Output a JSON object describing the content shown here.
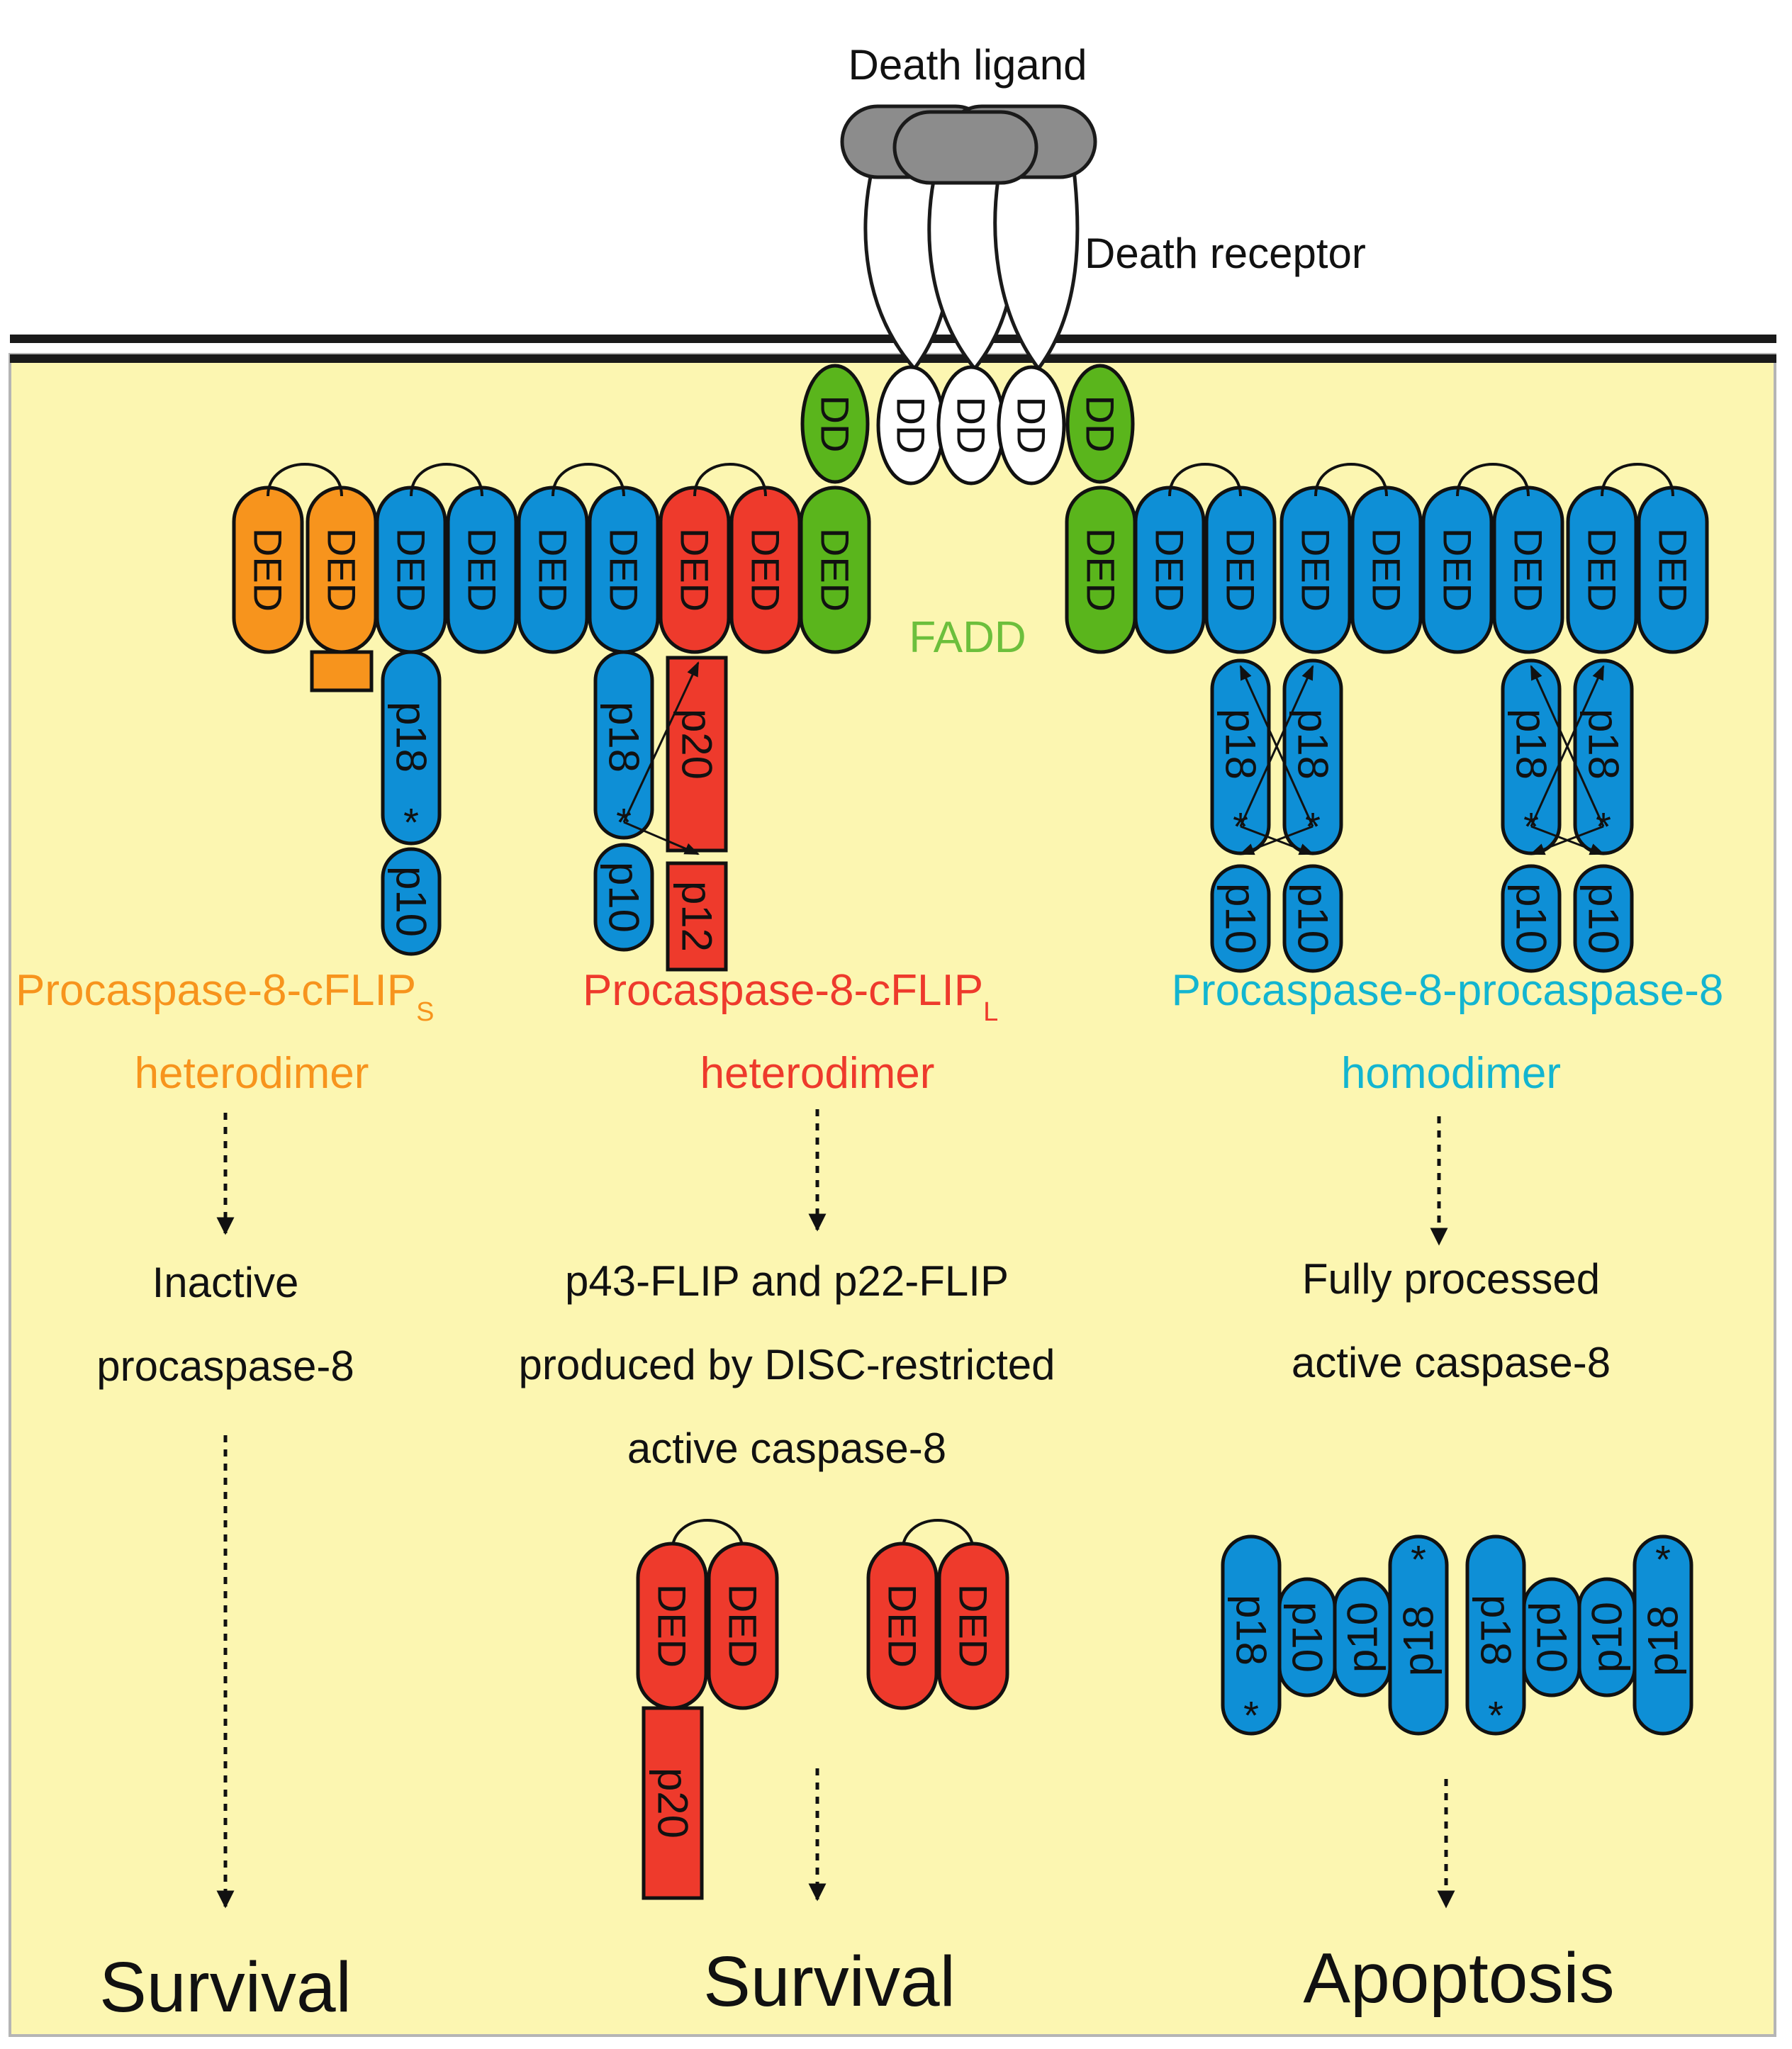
{
  "labels": {
    "death_ligand": "Death ligand",
    "death_receptor": "Death receptor",
    "fadd": "FADD"
  },
  "domains": {
    "dd": "DD",
    "ded": "DED",
    "p18": "p18",
    "p10": "p10",
    "p20": "p20",
    "p12": "p12",
    "catalytic_site": "*"
  },
  "columns": {
    "flip_s": {
      "complex_main": "Procaspase-8-cFLIP",
      "complex_sub": "S",
      "complex_type": "heterodimer",
      "product_line1": "Inactive",
      "product_line2": "procaspase-8",
      "outcome": "Survival"
    },
    "flip_l": {
      "complex_main": "Procaspase-8-cFLIP",
      "complex_sub": "L",
      "complex_type": "heterodimer",
      "product_line1": "p43-FLIP and p22-FLIP",
      "product_line2": "produced by DISC-restricted",
      "product_line3": "active caspase-8",
      "outcome": "Survival"
    },
    "homo": {
      "complex_main": "Procaspase-8-procaspase-8",
      "complex_type": "homodimer",
      "product_line1": "Fully processed",
      "product_line2": "active caspase-8",
      "outcome": "Apoptosis"
    }
  },
  "colors": {
    "cytoplasm": "#fcf6b1",
    "membrane": "#1a1a1a",
    "ligand": "#8c8c8c",
    "fadd_green": "#5ab51c",
    "procaspase_blue": "#0e8fd6",
    "cflip_s_orange": "#f7941d",
    "cflip_l_red": "#ee3a2c",
    "label_orange": "#f7941d",
    "label_red": "#ee3a2c",
    "label_cyan": "#13b5d0",
    "label_green": "#6cbf3c"
  }
}
